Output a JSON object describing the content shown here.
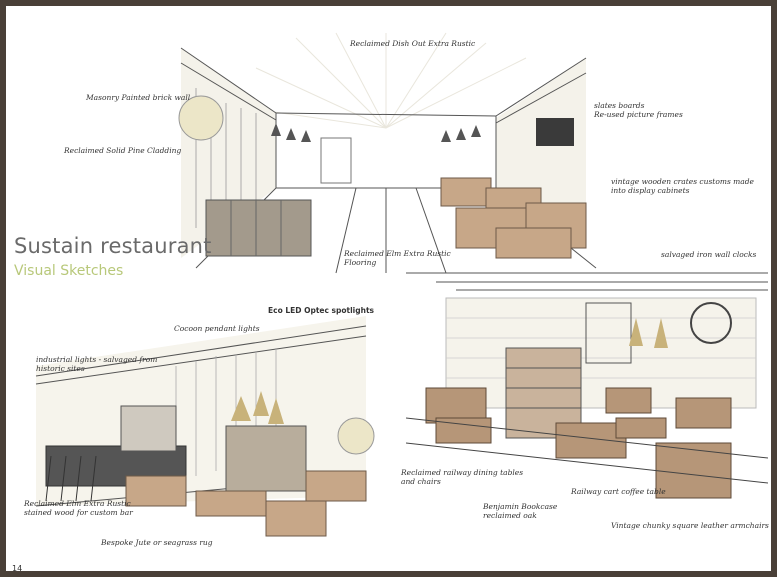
{
  "title": "Sustain restaurant",
  "subtitle": "Visual Sketches",
  "page_number": "14",
  "sketches": {
    "top": {
      "notes": {
        "dish": "Reclaimed Dish Out Extra Rustic",
        "brick": "Masonry Painted brick wall",
        "pine": "Reclaimed Solid Pine Cladding",
        "slates": "slates boards\nRe-used picture frames",
        "crates": "vintage wooden crates customs made\ninto display cabinets",
        "floor": "Reclaimed Elm Extra Rustic\nFlooring"
      }
    },
    "left": {
      "notes": {
        "spotlights": "Eco LED Optec spotlights",
        "cocoon": "Cocoon pendant lights",
        "industrial": "industrial lights - salvaged from\nhistoric sites",
        "elm": "Reclaimed Elm Extra Rustic\nstained wood for custom bar",
        "rug": "Bespoke Jute or seagrass rug"
      }
    },
    "right": {
      "notes": {
        "clocks": "salvaged iron wall clocks",
        "railway": "Reclaimed railway dining tables\nand chairs",
        "bookcase": "Benjamin Bookcase\nreclaimed oak",
        "coffee": "Railway cart coffee table",
        "armchairs": "Vintage chunky square leather armchairs"
      }
    }
  }
}
